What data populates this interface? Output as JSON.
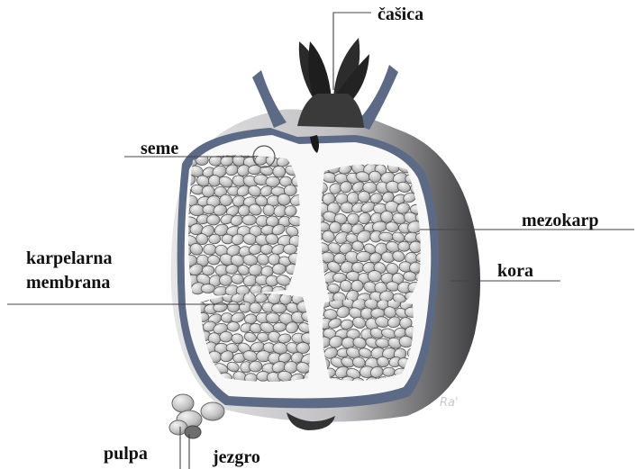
{
  "labels": {
    "calyx": "čašica",
    "seed": "seme",
    "mesocarp": "mezokarp",
    "carpel_membrane_line1": "karpelarna",
    "carpel_membrane_line2": "membrana",
    "rind": "kora",
    "pulp": "pulpa",
    "kernel": "jezgro"
  },
  "watermark": "Ra'",
  "colors": {
    "rind_dark": "#3d3d3f",
    "rind_light": "#e4e4e6",
    "inner_edge": "#5d6a85",
    "flesh": "#f8f8f8",
    "aril_fill": "#bdbdbd",
    "aril_stroke": "#555555",
    "calyx": "#252525",
    "leader_line": "#444444"
  }
}
